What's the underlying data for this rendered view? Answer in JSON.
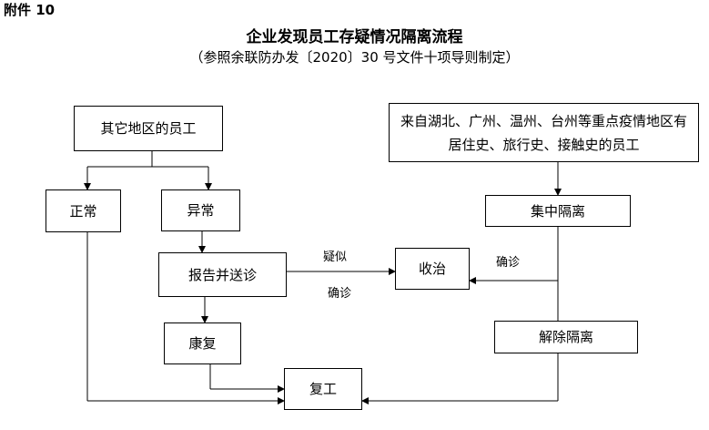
{
  "attachment_label": "附件 10",
  "title": "企业发现员工存疑情况隔离流程",
  "subtitle": "（参照余联防办发〔2020〕30 号文件十项导则制定）",
  "nodes": {
    "other_staff": "其它地区的员工",
    "hotspot_staff": "来自湖北、广州、温州、台州等重点疫情地区有居住史、旅行史、接触史的员工",
    "normal": "正常",
    "abnormal": "异常",
    "report": "报告并送诊",
    "treat": "收治",
    "quarantine": "集中隔离",
    "recover": "康复",
    "release": "解除隔离",
    "return": "复工"
  },
  "edge_labels": {
    "suspected": "疑似",
    "confirmed_left": "确诊",
    "confirmed_right": "确诊"
  }
}
